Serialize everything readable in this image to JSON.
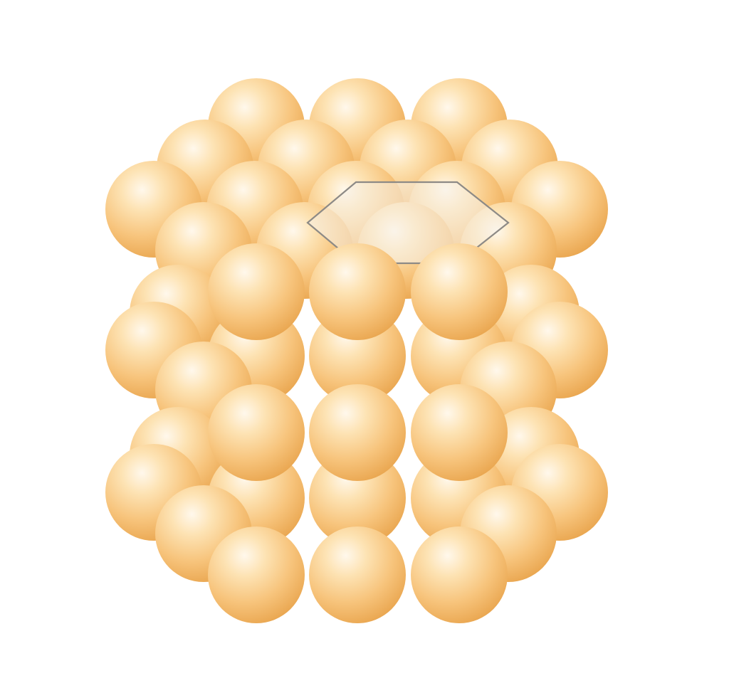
{
  "diagram": {
    "kind": "hexagonal-close-packed-crystal-structure",
    "layers": 3,
    "highlight": "hexagon",
    "colors": {
      "atom_highlight": "#fff8ec",
      "atom_mid": "#fbd9a0",
      "atom_body": "#f5bd6e",
      "atom_edge": "#e9a54e",
      "hexagon_outline": "#8d8a86",
      "background": "#ffffff"
    }
  }
}
